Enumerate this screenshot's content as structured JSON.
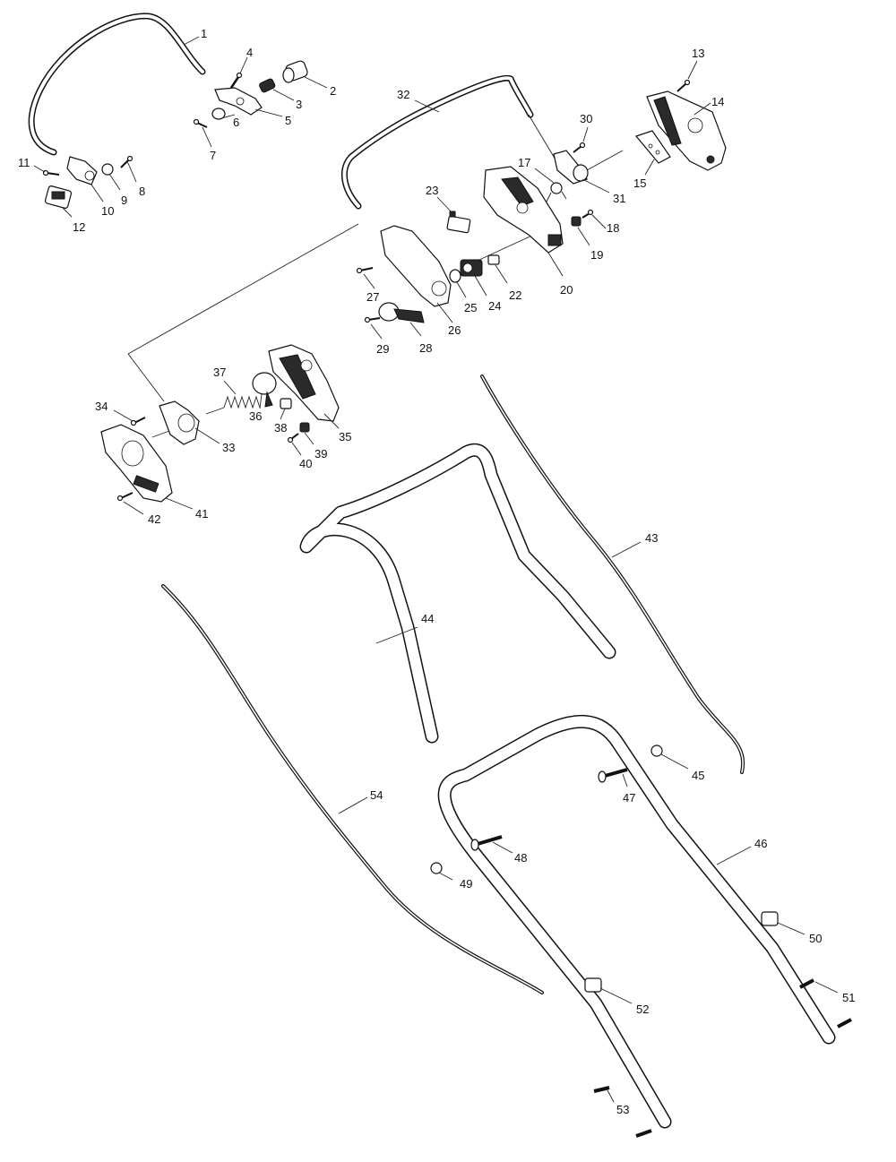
{
  "parts": [
    {
      "id": "p1",
      "label": "1"
    },
    {
      "id": "p2",
      "label": "2"
    },
    {
      "id": "p3",
      "label": "3"
    },
    {
      "id": "p4",
      "label": "4"
    },
    {
      "id": "p5",
      "label": "5"
    },
    {
      "id": "p6",
      "label": "6"
    },
    {
      "id": "p7",
      "label": "7"
    },
    {
      "id": "p8",
      "label": "8"
    },
    {
      "id": "p9",
      "label": "9"
    },
    {
      "id": "p10",
      "label": "10"
    },
    {
      "id": "p11",
      "label": "11"
    },
    {
      "id": "p12",
      "label": "12"
    },
    {
      "id": "p13",
      "label": "13"
    },
    {
      "id": "p14",
      "label": "14"
    },
    {
      "id": "p15",
      "label": "15"
    },
    {
      "id": "p17",
      "label": "17"
    },
    {
      "id": "p18",
      "label": "18"
    },
    {
      "id": "p19",
      "label": "19"
    },
    {
      "id": "p20",
      "label": "20"
    },
    {
      "id": "p22",
      "label": "22"
    },
    {
      "id": "p23",
      "label": "23"
    },
    {
      "id": "p24",
      "label": "24"
    },
    {
      "id": "p25",
      "label": "25"
    },
    {
      "id": "p26",
      "label": "26"
    },
    {
      "id": "p27",
      "label": "27"
    },
    {
      "id": "p28",
      "label": "28"
    },
    {
      "id": "p29",
      "label": "29"
    },
    {
      "id": "p30",
      "label": "30"
    },
    {
      "id": "p31",
      "label": "31"
    },
    {
      "id": "p32",
      "label": "32"
    },
    {
      "id": "p33",
      "label": "33"
    },
    {
      "id": "p34",
      "label": "34"
    },
    {
      "id": "p35",
      "label": "35"
    },
    {
      "id": "p36",
      "label": "36"
    },
    {
      "id": "p37",
      "label": "37"
    },
    {
      "id": "p38",
      "label": "38"
    },
    {
      "id": "p39",
      "label": "39"
    },
    {
      "id": "p40",
      "label": "40"
    },
    {
      "id": "p41",
      "label": "41"
    },
    {
      "id": "p42",
      "label": "42"
    },
    {
      "id": "p43",
      "label": "43"
    },
    {
      "id": "p44",
      "label": "44"
    },
    {
      "id": "p45",
      "label": "45"
    },
    {
      "id": "p46",
      "label": "46"
    },
    {
      "id": "p47",
      "label": "47"
    },
    {
      "id": "p48",
      "label": "48"
    },
    {
      "id": "p49",
      "label": "49"
    },
    {
      "id": "p50",
      "label": "50"
    },
    {
      "id": "p51",
      "label": "51"
    },
    {
      "id": "p52",
      "label": "52"
    },
    {
      "id": "p53",
      "label": "53"
    },
    {
      "id": "p54",
      "label": "54"
    }
  ]
}
